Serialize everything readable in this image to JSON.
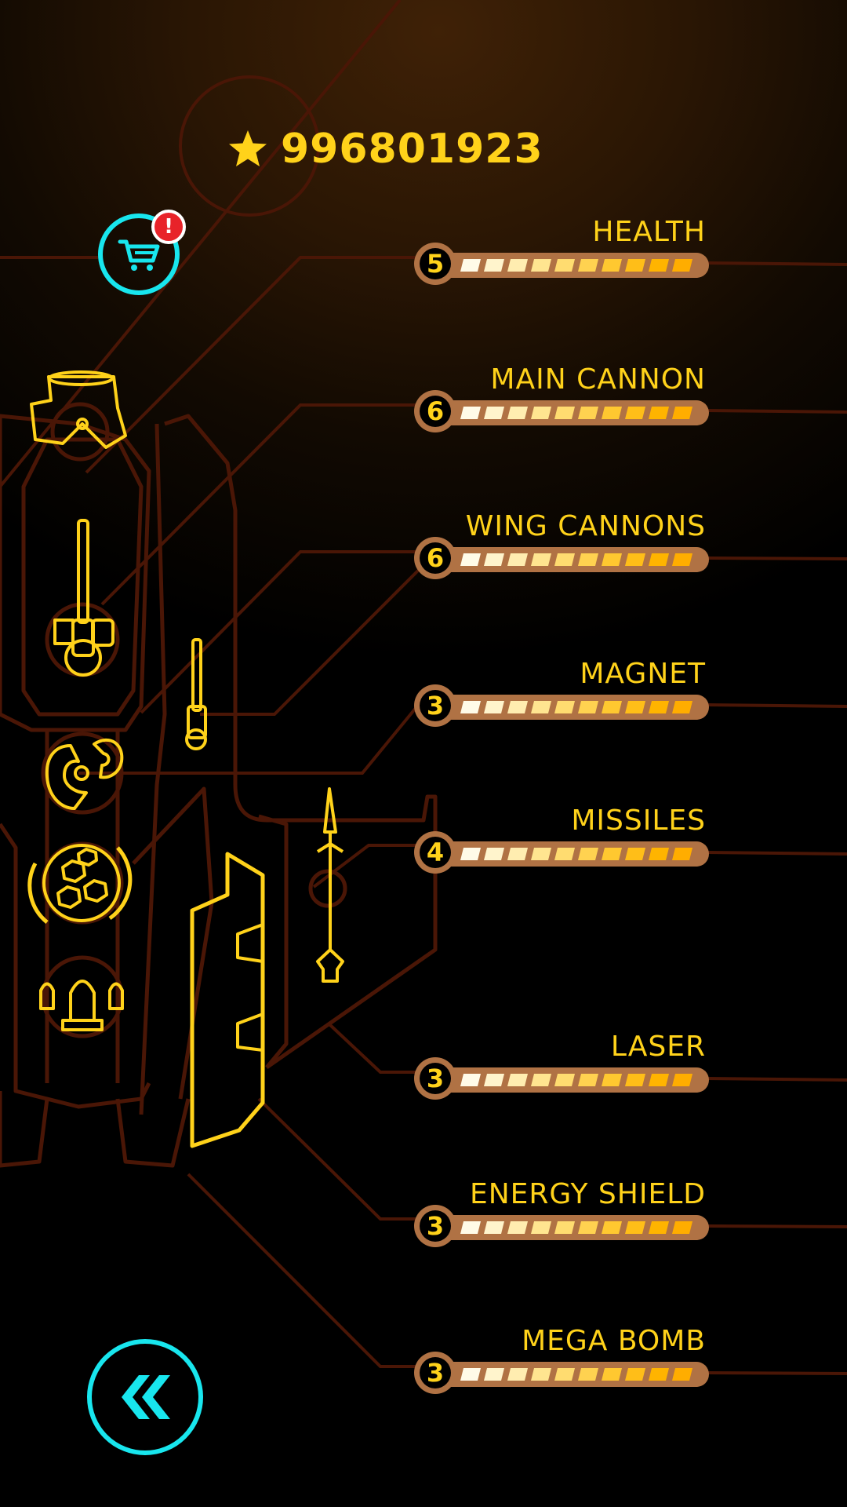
{
  "currency": {
    "amount": "996801923",
    "icon": "star-icon"
  },
  "shop": {
    "icon": "shopping-cart-icon",
    "badge": "!"
  },
  "back": {
    "icon": "double-chevron-left-icon"
  },
  "upgrades": [
    {
      "name": "HEALTH",
      "level": "5"
    },
    {
      "name": "MAIN CANNON",
      "level": "6"
    },
    {
      "name": "WING CANNONS",
      "level": "6"
    },
    {
      "name": "MAGNET",
      "level": "3"
    },
    {
      "name": "MISSILES",
      "level": "4"
    },
    {
      "name": "LASER",
      "level": "3"
    },
    {
      "name": "ENERGY SHIELD",
      "level": "3"
    },
    {
      "name": "MEGA BOMB",
      "level": "3"
    }
  ],
  "colors": {
    "accent": "#ffd21a",
    "cyan": "#18e6ee",
    "bar": "#b07244",
    "line": "#4a1606",
    "badge": "#e8232a"
  }
}
